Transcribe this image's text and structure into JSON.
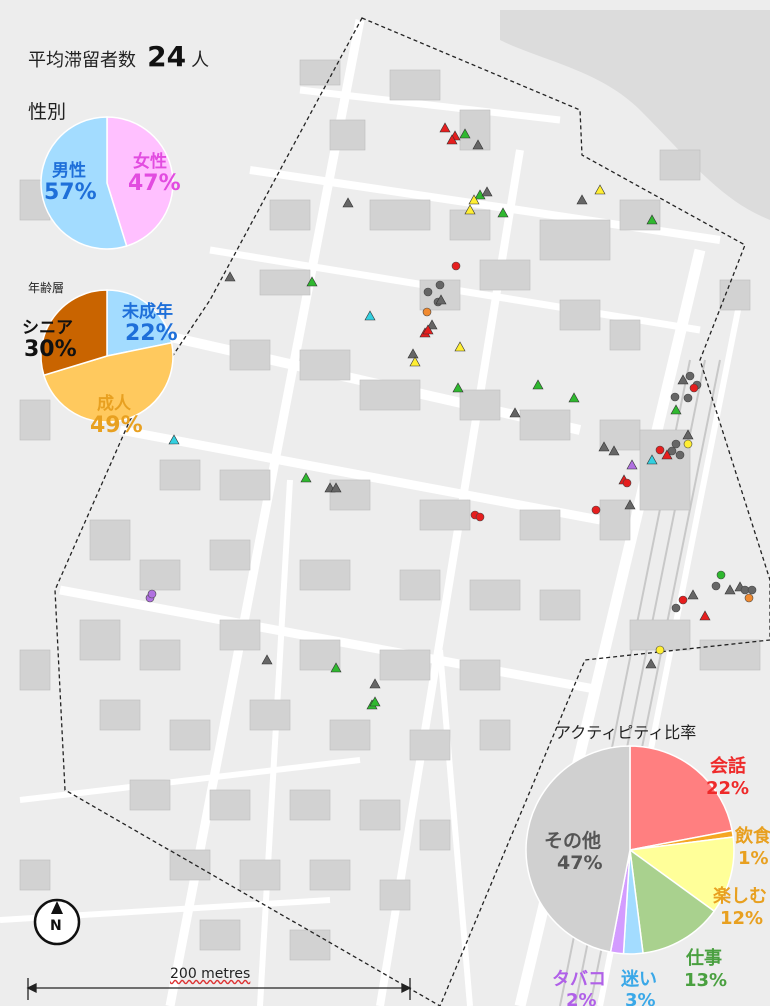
{
  "header": {
    "label": "平均滞留者数",
    "count": "24",
    "unit": "人"
  },
  "gender": {
    "title": "性別",
    "slices": [
      {
        "label": "男性",
        "pct_text": "57%",
        "value": 57,
        "color": "#a3dcff",
        "text_color": "#1e6fd9"
      },
      {
        "label": "女性",
        "pct_text": "47%",
        "value": 47,
        "color": "#ffc0ff",
        "text_color": "#e24ce0"
      }
    ]
  },
  "age": {
    "title": "年齢層",
    "slices": [
      {
        "label": "未成年",
        "pct_text": "22%",
        "value": 22,
        "color": "#a3dcff",
        "text_color": "#1e6fd9"
      },
      {
        "label": "成人",
        "pct_text": "49%",
        "value": 49,
        "color": "#ffc95e",
        "text_color": "#e8a020"
      },
      {
        "label": "シニア",
        "pct_text": "30%",
        "value": 30,
        "color": "#c96400",
        "text_color": "#111111"
      }
    ]
  },
  "activity": {
    "title": "アクティピティ比率",
    "slices": [
      {
        "label": "会話",
        "pct_text": "22%",
        "value": 22,
        "color": "#ff7f80",
        "text_color": "#ee2a2a"
      },
      {
        "label": "飲食",
        "pct_text": "1%",
        "value": 1,
        "color": "#f5a623",
        "text_color": "#e8a020"
      },
      {
        "label": "楽しむ",
        "pct_text": "12%",
        "value": 12,
        "color": "#ffff99",
        "text_color": "#e8a020"
      },
      {
        "label": "仕事",
        "pct_text": "13%",
        "value": 13,
        "color": "#a9d18e",
        "text_color": "#4aa040"
      },
      {
        "label": "迷い",
        "pct_text": "3%",
        "value": 3,
        "color": "#a3dcff",
        "text_color": "#3aa8e8"
      },
      {
        "label": "タバコ",
        "pct_text": "2%",
        "value": 2,
        "color": "#d39cff",
        "text_color": "#b060e8"
      },
      {
        "label": "その他",
        "pct_text": "47%",
        "value": 47,
        "color": "#d0d0d0",
        "text_color": "#555555"
      }
    ]
  },
  "scale": {
    "label": "200 metres"
  },
  "north": {
    "label": "N"
  }
}
